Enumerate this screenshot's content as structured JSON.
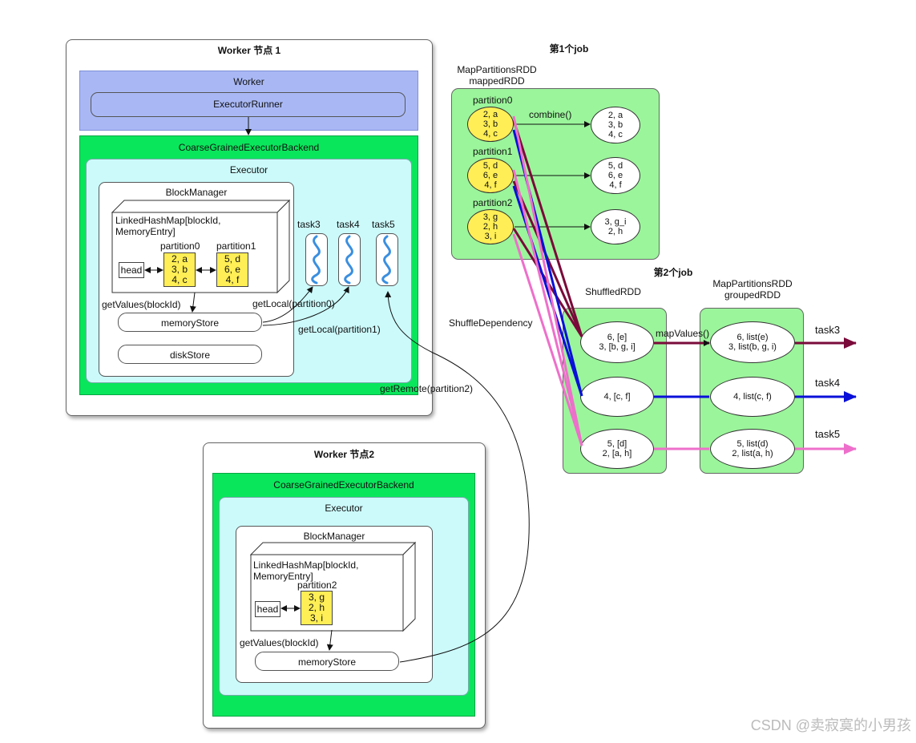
{
  "worker1": {
    "title": "Worker 节点 1",
    "worker_label": "Worker",
    "executor_runner": "ExecutorRunner",
    "cgeb": "CoarseGrainedExecutorBackend",
    "executor": "Executor",
    "block_manager": "BlockManager",
    "linked_map": "LinkedHashMap[blockId,\nMemoryEntry]",
    "partition0_label": "partition0",
    "partition1_label": "partition1",
    "partition0_values": [
      "2, a",
      "3, b",
      "4, c"
    ],
    "partition1_values": [
      "5, d",
      "6, e",
      "4, f"
    ],
    "head": "head",
    "get_values": "getValues(blockId)",
    "memory_store": "memoryStore",
    "disk_store": "diskStore",
    "tasks": [
      "task3",
      "task4",
      "task5"
    ],
    "get_local0": "getLocal(partition0)",
    "get_local1": "getLocal(partition1)",
    "get_remote": "getRemote(partition2)"
  },
  "worker2": {
    "title": "Worker 节点2",
    "cgeb": "CoarseGrainedExecutorBackend",
    "executor": "Executor",
    "block_manager": "BlockManager",
    "linked_map": "LinkedHashMap[blockId,\nMemoryEntry]",
    "partition2_label": "partition2",
    "partition2_values": [
      "3, g",
      "2, h",
      "3, i"
    ],
    "head": "head",
    "get_values": "getValues(blockId)",
    "memory_store": "memoryStore"
  },
  "job1": {
    "title": "第1个job",
    "rdd_name": "MapPartitionsRDD",
    "rdd_var": "mappedRDD",
    "partitions": [
      {
        "label": "partition0",
        "input": [
          "2, a",
          "3, b",
          "4, c"
        ],
        "output": [
          "2, a",
          "3, b",
          "4, c"
        ]
      },
      {
        "label": "partition1",
        "input": [
          "5, d",
          "6, e",
          "4, f"
        ],
        "output": [
          "5, d",
          "6, e",
          "4, f"
        ]
      },
      {
        "label": "partition2",
        "input": [
          "3, g",
          "2, h",
          "3, i"
        ],
        "output": [
          "3, g_i",
          "2, h"
        ]
      }
    ],
    "combine": "combine()"
  },
  "job2": {
    "title": "第2个job",
    "shuffled_rdd": "ShuffledRDD",
    "grouped_rdd_name": "MapPartitionsRDD",
    "grouped_rdd_var": "groupedRDD",
    "shuffle_dependency": "ShuffleDependency",
    "map_values": "mapValues()",
    "shuffled": [
      [
        "6, [e]",
        "3, [b, g, i]"
      ],
      [
        "4, [c, f]"
      ],
      [
        "5, [d]",
        "2, [a, h]"
      ]
    ],
    "grouped": [
      [
        "6, list(e)",
        "3, list(b, g, i)"
      ],
      [
        "4, list(c, f)"
      ],
      [
        "5, list(d)",
        "2, list(a, h)"
      ]
    ],
    "tasks": [
      "task3",
      "task4",
      "task5"
    ],
    "colors": {
      "task3": "#7a0a3a",
      "task4": "#0a10d8",
      "task5": "#ee6fcb"
    }
  },
  "watermark": "CSDN @卖寂寞的小男孩"
}
